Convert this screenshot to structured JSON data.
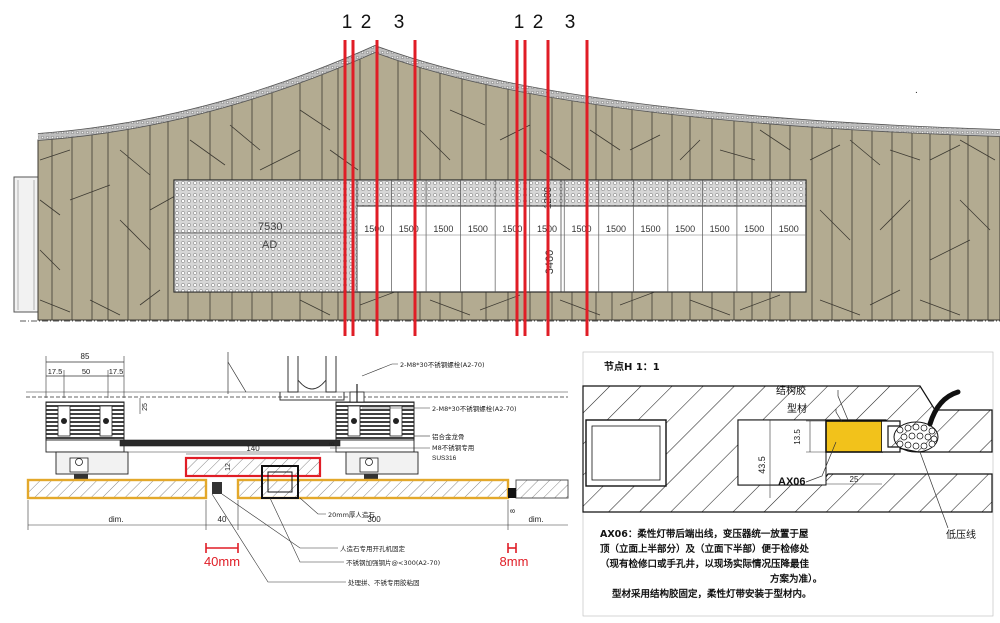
{
  "elevation": {
    "markers": [
      "1",
      "2",
      "3",
      "1",
      "2",
      "3"
    ],
    "left_panel_dims": [
      "7530",
      "AD"
    ],
    "bay_label": "1500",
    "bay_count": 13,
    "height_dims": [
      "1200",
      "3460"
    ]
  },
  "section_detail": {
    "dims": [
      "85",
      "17.5",
      "50",
      "17.5",
      "25",
      "140",
      "12",
      "8",
      "dim.",
      "40",
      "300",
      "dim.",
      "8"
    ],
    "callouts": [
      "2-M8*30不锈钢螺栓(A2-70)",
      "2-M8*30不锈钢螺栓(A2-70)",
      "铝合金龙骨",
      "M8不锈钢专用",
      "SUS316",
      "20mm厚人造石",
      "人造石专用开孔机固定",
      "不锈钢加强钢片@<300(A2-70)",
      "处理拼、不锈专用胶粘固"
    ],
    "red_labels": [
      "40mm",
      "8mm"
    ]
  },
  "node_detail": {
    "title": "节点H 1：1",
    "labels": [
      "结构胶",
      "型材",
      "AX06",
      "低压线"
    ],
    "dims": [
      "13.5",
      "43.5",
      "25"
    ],
    "notes": [
      "AX06：柔性灯带后端出线，变压器统一放置于屋",
      "顶（立面上半部分）及（立面下半部）便于检修处",
      "（现有检修口或手孔井，以现场实际情况压降最佳",
      "方案为准）。",
      "型材采用结构胶固定，柔性灯带安装于型材内。"
    ]
  },
  "colors": {
    "facade": "#b3ab91",
    "facade_line": "#3d3a32",
    "red_marker": "#e01d26",
    "profile_yellow": "#f2c21b",
    "highlight_orange": "#e3a82b"
  },
  "icons": [
    "led-cable-icon"
  ]
}
